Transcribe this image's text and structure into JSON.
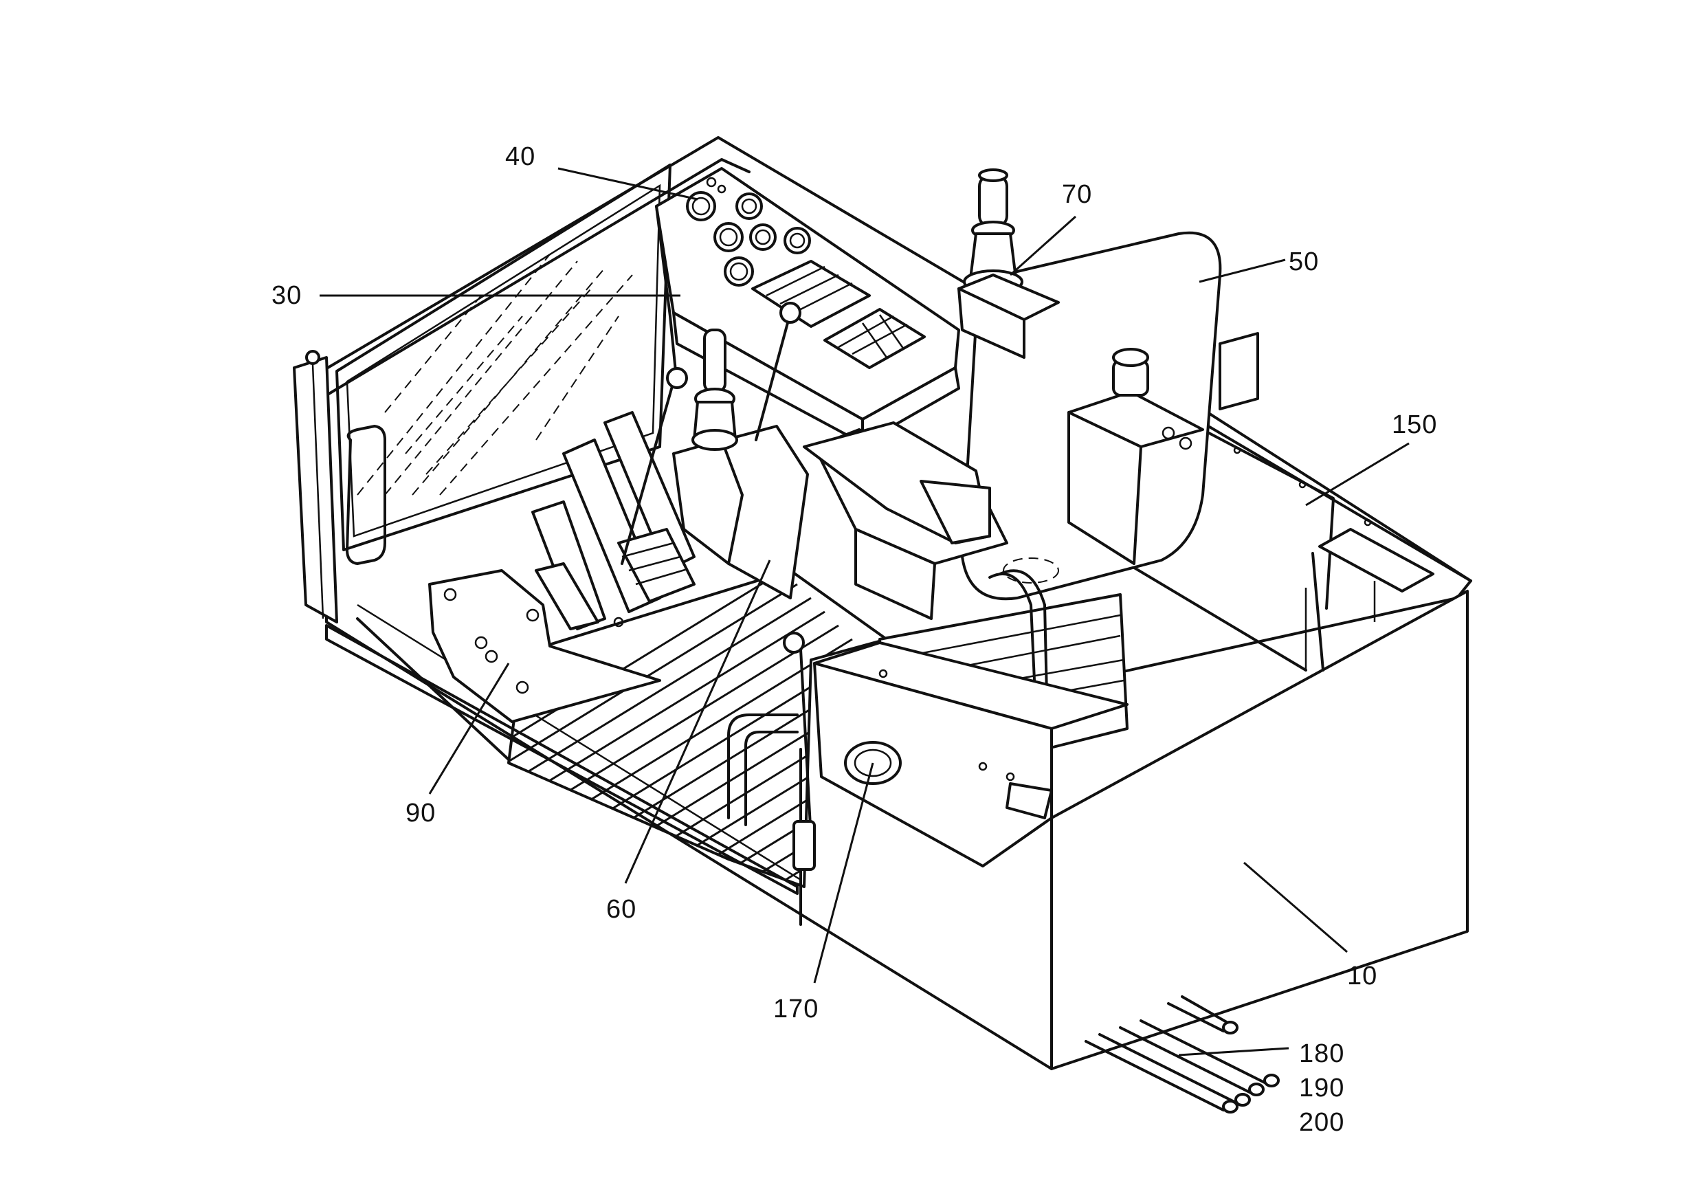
{
  "figure": {
    "labels": {
      "l10": "10",
      "l30": "30",
      "l40": "40",
      "l50": "50",
      "l60": "60",
      "l70": "70",
      "l90": "90",
      "l150": "150",
      "l170": "170",
      "l180": "180",
      "l190": "190",
      "l200": "200"
    }
  }
}
